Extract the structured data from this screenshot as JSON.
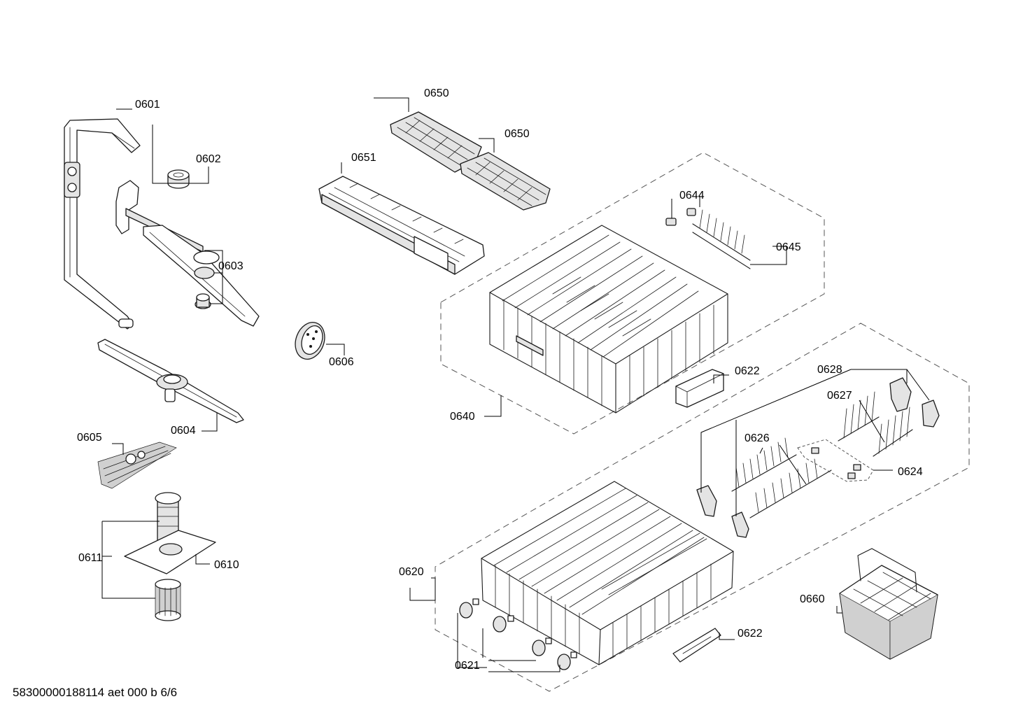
{
  "labels": {
    "l0601": "0601",
    "l0602": "0602",
    "l0603": "0603",
    "l0604": "0604",
    "l0605": "0605",
    "l0606": "0606",
    "l0610": "0610",
    "l0611": "0611",
    "l0620": "0620",
    "l0621": "0621",
    "l0622a": "0622",
    "l0622b": "0622",
    "l0624": "0624",
    "l0626": "0626",
    "l0627": "0627",
    "l0628": "0628",
    "l0640": "0640",
    "l0644": "0644",
    "l0645": "0645",
    "l0650a": "0650",
    "l0650b": "0650",
    "l0651": "0651",
    "l0660": "0660"
  },
  "footer": {
    "doc_id": "58300000188114 aet 000 b 6/6"
  }
}
